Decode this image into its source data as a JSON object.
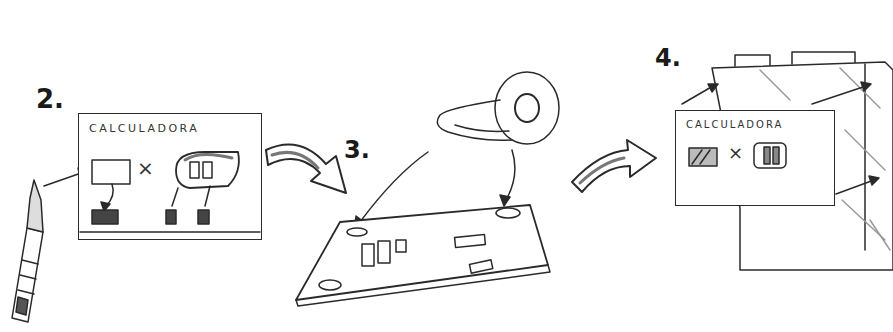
{
  "diagram": {
    "nodes": [
      {
        "text": [
          "CALCULADORA",
          "×"
        ]
      },
      {
        "text": [
          "CALCULADORA",
          "×"
        ]
      }
    ],
    "labels": [
      "2.",
      "3.",
      "4."
    ]
  }
}
